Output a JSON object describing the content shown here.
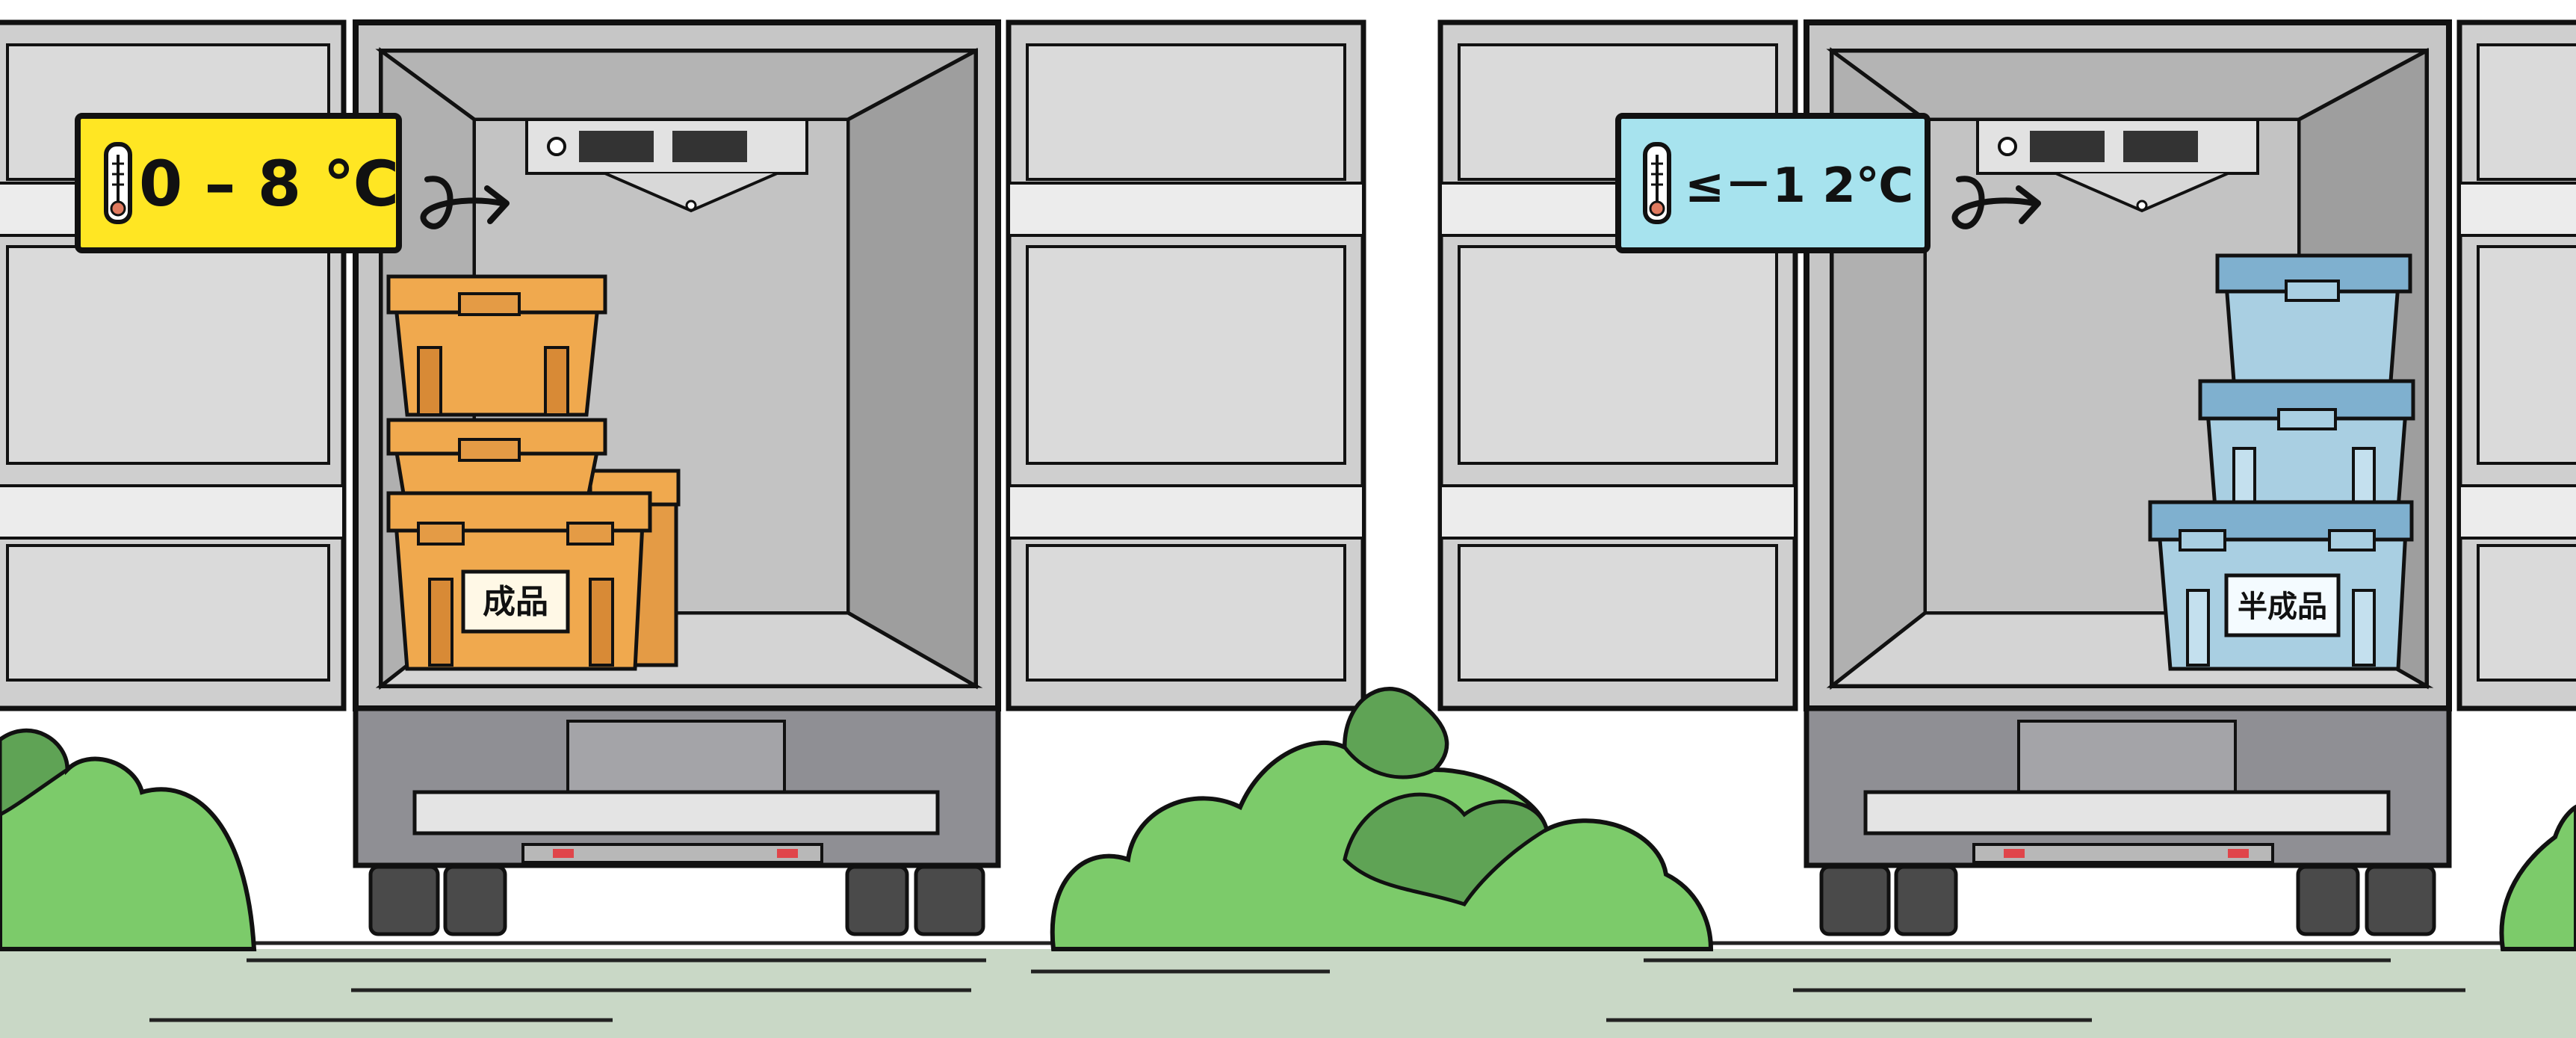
{
  "left_truck": {
    "temperature": "0 – 8 ℃",
    "box_label": "成品"
  },
  "right_truck": {
    "temperature": "≤－1 2℃",
    "box_label": "半成品"
  },
  "colors": {
    "yellow_badge": "#FFE623",
    "blue_badge": "#A7E3EE",
    "orange_box": "#F0A94E",
    "blue_box": "#A9CFE2",
    "bush": "#7CCB6A",
    "bush_dark": "#5FA355",
    "ground": "#C9D8C6",
    "truck_body": "#C6C6C6",
    "truck_inner": "#A9A9A9"
  },
  "icons": [
    "thermometer-icon",
    "curved-arrow-icon"
  ]
}
